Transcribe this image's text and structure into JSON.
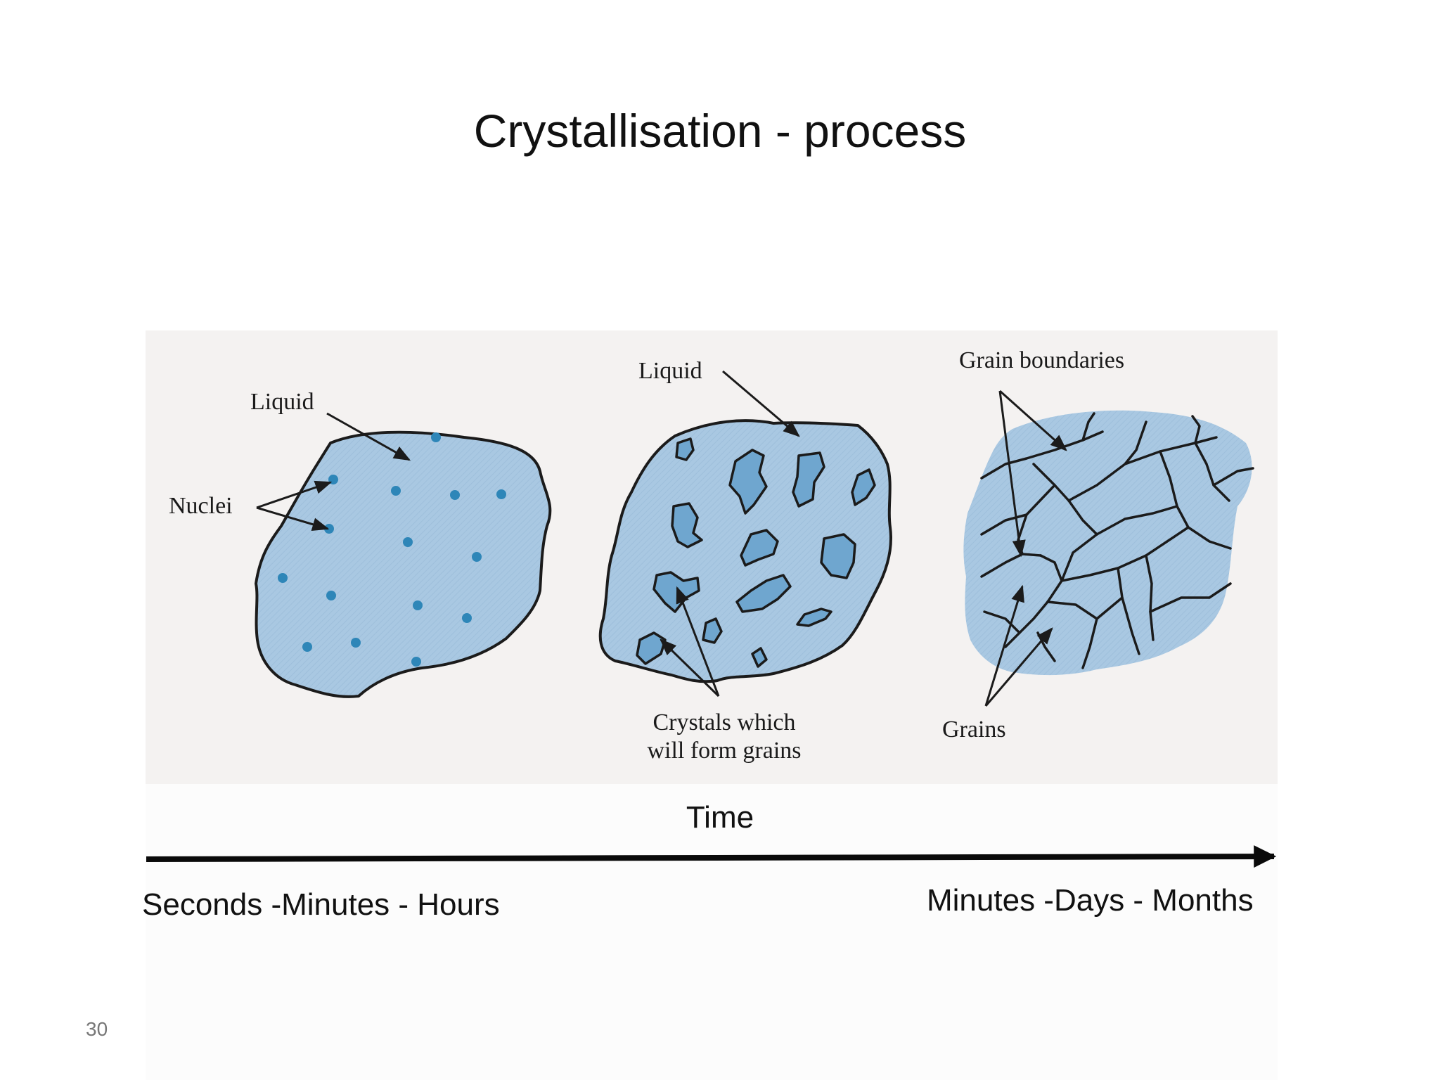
{
  "slide": {
    "title": "Crystallisation - process",
    "page_number": "30"
  },
  "figure": {
    "stage1": {
      "liquid_label": "Liquid",
      "nuclei_label": "Nuclei"
    },
    "stage2": {
      "liquid_label": "Liquid",
      "crystals_label_line1": "Crystals which",
      "crystals_label_line2": "will form grains"
    },
    "stage3": {
      "boundaries_label": "Grain boundaries",
      "grains_label": "Grains"
    }
  },
  "timeline": {
    "axis_label": "Time",
    "start_label": "Seconds -Minutes - Hours",
    "end_label": "Minutes -Days - Months"
  },
  "colors": {
    "liquid_fill": "#a9c8e2",
    "nucleus": "#2e86b8",
    "outline": "#1b1b1b"
  }
}
